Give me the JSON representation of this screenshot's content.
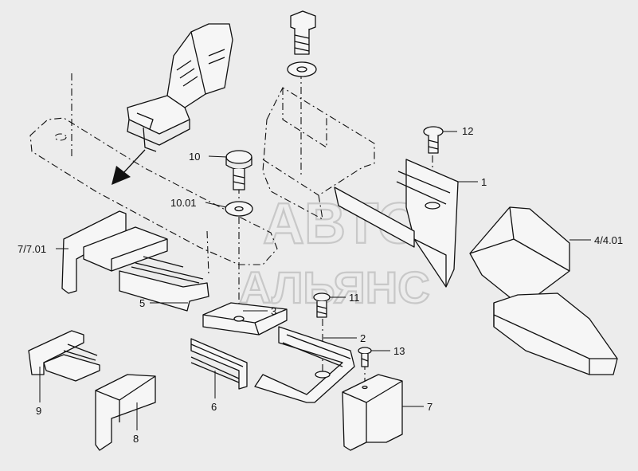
{
  "watermark": {
    "line1": "АВТО",
    "line2": "АЛЬЯНС"
  },
  "labels": {
    "p1": "1",
    "p2": "2",
    "p3": "3",
    "p4": "4/4.01",
    "p5": "5",
    "p6": "6",
    "p7": "7",
    "p771": "7/7.01",
    "p8": "8",
    "p9": "9",
    "p10": "10",
    "p1001": "10.01",
    "p11": "11",
    "p12": "12",
    "p13": "13"
  },
  "colors": {
    "background": "#ececec",
    "line": "#111111",
    "watermark": "#c8c8c8"
  },
  "icons": {
    "seat": "passenger-seat-icon",
    "arrow": "direction-arrow-icon"
  }
}
